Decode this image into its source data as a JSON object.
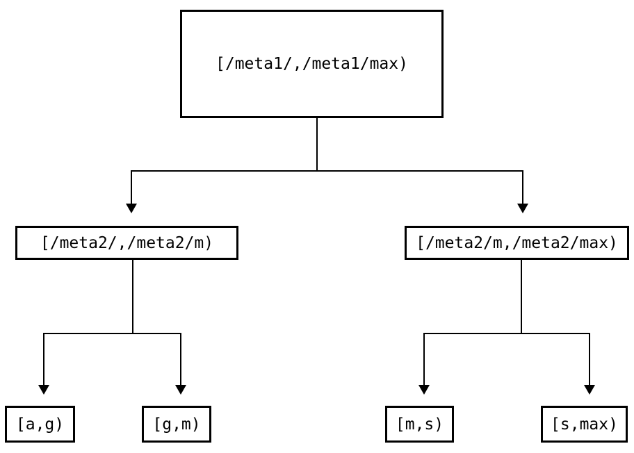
{
  "diagram": {
    "type": "tree",
    "background_color": "#ffffff",
    "line_color": "#000000",
    "text_color": "#000000",
    "nodes": [
      {
        "id": "root",
        "label": "[/meta1/,/meta1/max)"
      },
      {
        "id": "meta2-left",
        "label": "[/meta2/,/meta2/m)"
      },
      {
        "id": "meta2-right",
        "label": "[/meta2/m,/meta2/max)"
      },
      {
        "id": "leaf-ag",
        "label": "[a,g)"
      },
      {
        "id": "leaf-gm",
        "label": "[g,m)"
      },
      {
        "id": "leaf-ms",
        "label": "[m,s)"
      },
      {
        "id": "leaf-smax",
        "label": "[s,max)"
      }
    ],
    "edges": [
      {
        "from": "root",
        "to": "meta2-left",
        "arrow": "down"
      },
      {
        "from": "root",
        "to": "meta2-right",
        "arrow": "down"
      },
      {
        "from": "meta2-left",
        "to": "leaf-ag",
        "arrow": "down"
      },
      {
        "from": "meta2-left",
        "to": "leaf-gm",
        "arrow": "down"
      },
      {
        "from": "meta2-right",
        "to": "leaf-ms",
        "arrow": "down"
      },
      {
        "from": "meta2-right",
        "to": "leaf-smax",
        "arrow": "down"
      }
    ]
  }
}
